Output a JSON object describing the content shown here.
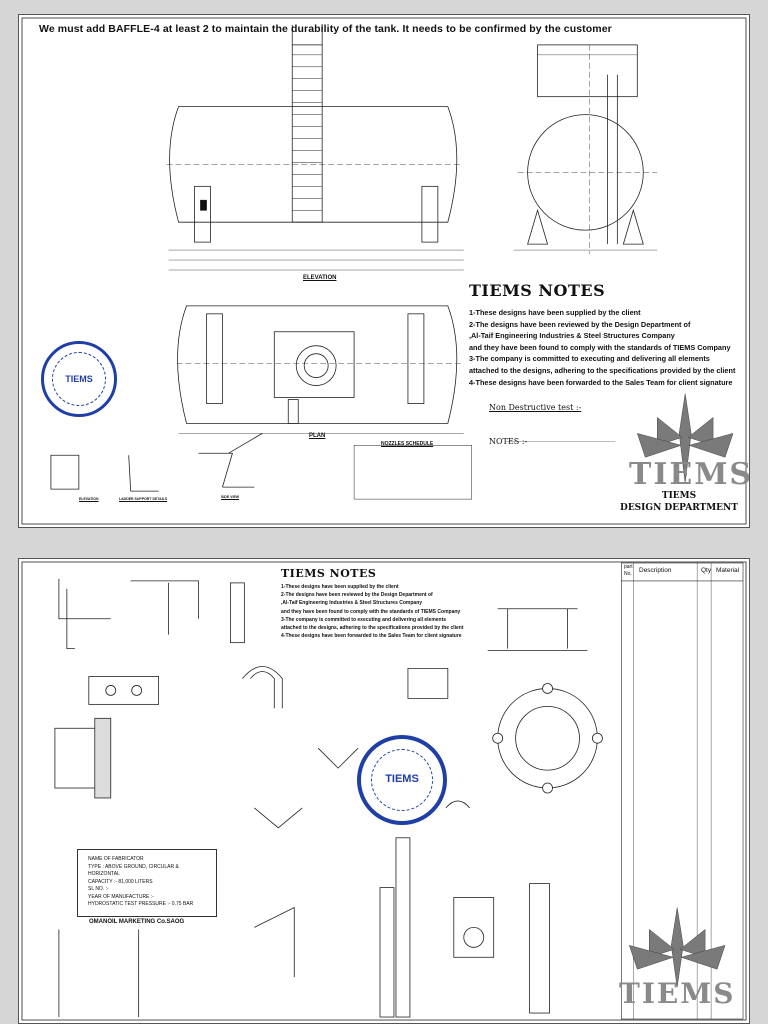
{
  "sheet1": {
    "banner": "We must add BAFFLE-4 at least 2 to maintain the durability of the tank. It needs to be confirmed by the customer",
    "views": {
      "elevation": "ELEVATION",
      "plan": "PLAN",
      "nozzles_schedule": "NOZZLES SCHEDULE",
      "ladder_support_details": "LADDER SUPPORT DETAILS",
      "side_view": "SIDE VIEW",
      "elevation_small": "ELEVATION"
    },
    "tiems_notes": {
      "title": "TIEMS NOTES",
      "lines": [
        "1-These designs have been supplied by the client",
        "2-The designs have been reviewed by the Design Department of",
        ",Al-Taif Engineering Industries & Steel Structures Company",
        "and they have been found to comply with the standards of TIEMS Company",
        "3-The company is committed to executing and delivering all elements",
        "attached to the designs, adhering to the specifications provided by the client",
        "4-These designs have been forwarded to the Sales Team for client signature"
      ]
    },
    "ndt_title": "Non Destructive test :-",
    "notes_title": "NOTES :-",
    "logo_text": "TIEMS",
    "brand_name": "TIEMS",
    "brand_dept": "DESIGN DEPARTMENT",
    "seal_text": "TIEMS"
  },
  "sheet2": {
    "tiems_notes": {
      "title": "TIEMS NOTES",
      "lines": [
        "1-These designs have been supplied by the client",
        "2-The designs have been reviewed by the Design Department of",
        ",Al-Taif Engineering Industries & Steel Structures Company",
        "and they have been found to comply with the standards of TIEMS Company",
        "3-The company is committed to executing and delivering all elements",
        "attached to the designs, adhering to the specifications provided by the client",
        "4-These designs have been forwarded to the Sales Team for client signature"
      ]
    },
    "parts_header": {
      "part_no": "part No.",
      "description": "Description",
      "qty": "Qty",
      "material": "Material"
    },
    "nameplate": {
      "lines": [
        "NAME OF FABRICATOR",
        "TYPE : ABOVE GROUND, CIRCULAR & HORIZONTAL",
        "CAPACITY :- 81,000 LITERS",
        "SL NO. :-",
        "YEAR OF MANUFACTURE :-",
        "HYDROSTATIC TEST PRESSURE :- 0.75 BAR"
      ],
      "owner": "OMANOIL MARKETING Co.SAOG"
    },
    "logo_text": "TIEMS",
    "seal_text": "TIEMS"
  }
}
